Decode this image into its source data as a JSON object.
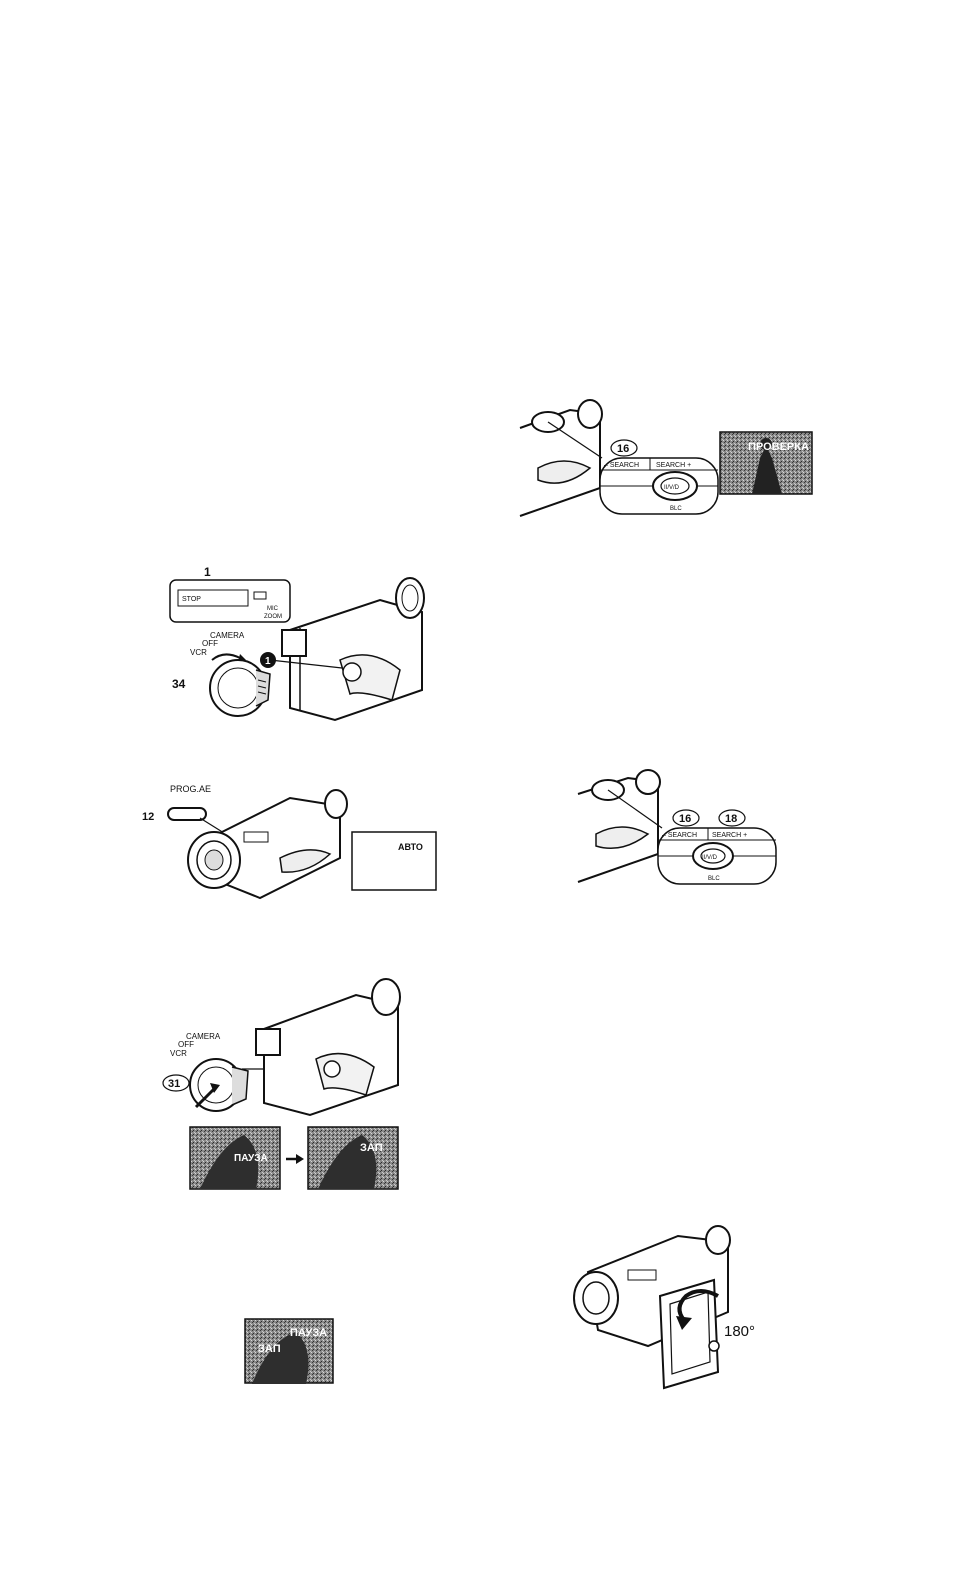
{
  "figures": {
    "camera_dial": {
      "callout_top": "1",
      "panel_text_1": "STOP",
      "panel_text_2": "MIC",
      "panel_text_3": "ZOOM",
      "mode_camera": "CAMERA",
      "mode_off": "OFF",
      "mode_vcr": "VCR",
      "callout_dial": "34",
      "callout_pointer": "1"
    },
    "search_top": {
      "callout": "16",
      "minus_search": "– SEARCH",
      "search_plus": "SEARCH +",
      "center_btn": "II/V/D",
      "blc": "BLC",
      "overlay": "ПРОВЕРКА"
    },
    "prog_ae": {
      "callout": "12",
      "button_label": "PROG.AE",
      "screen_text": "АВТО"
    },
    "search_bottom": {
      "callout_left": "16",
      "callout_right": "18",
      "minus_search": "– SEARCH",
      "search_plus": "SEARCH +",
      "center_btn": "II/V/D",
      "blc": "BLC"
    },
    "record_start": {
      "mode_camera": "CAMERA",
      "mode_off": "OFF",
      "mode_vcr": "VCR",
      "callout": "31",
      "screen_left": "ПАУЗА",
      "screen_right": "ЗАП"
    },
    "pause_screen": {
      "line1": "ПАУЗА",
      "line2": "ЗАП"
    },
    "lcd_rotate": {
      "angle": "180°"
    }
  }
}
